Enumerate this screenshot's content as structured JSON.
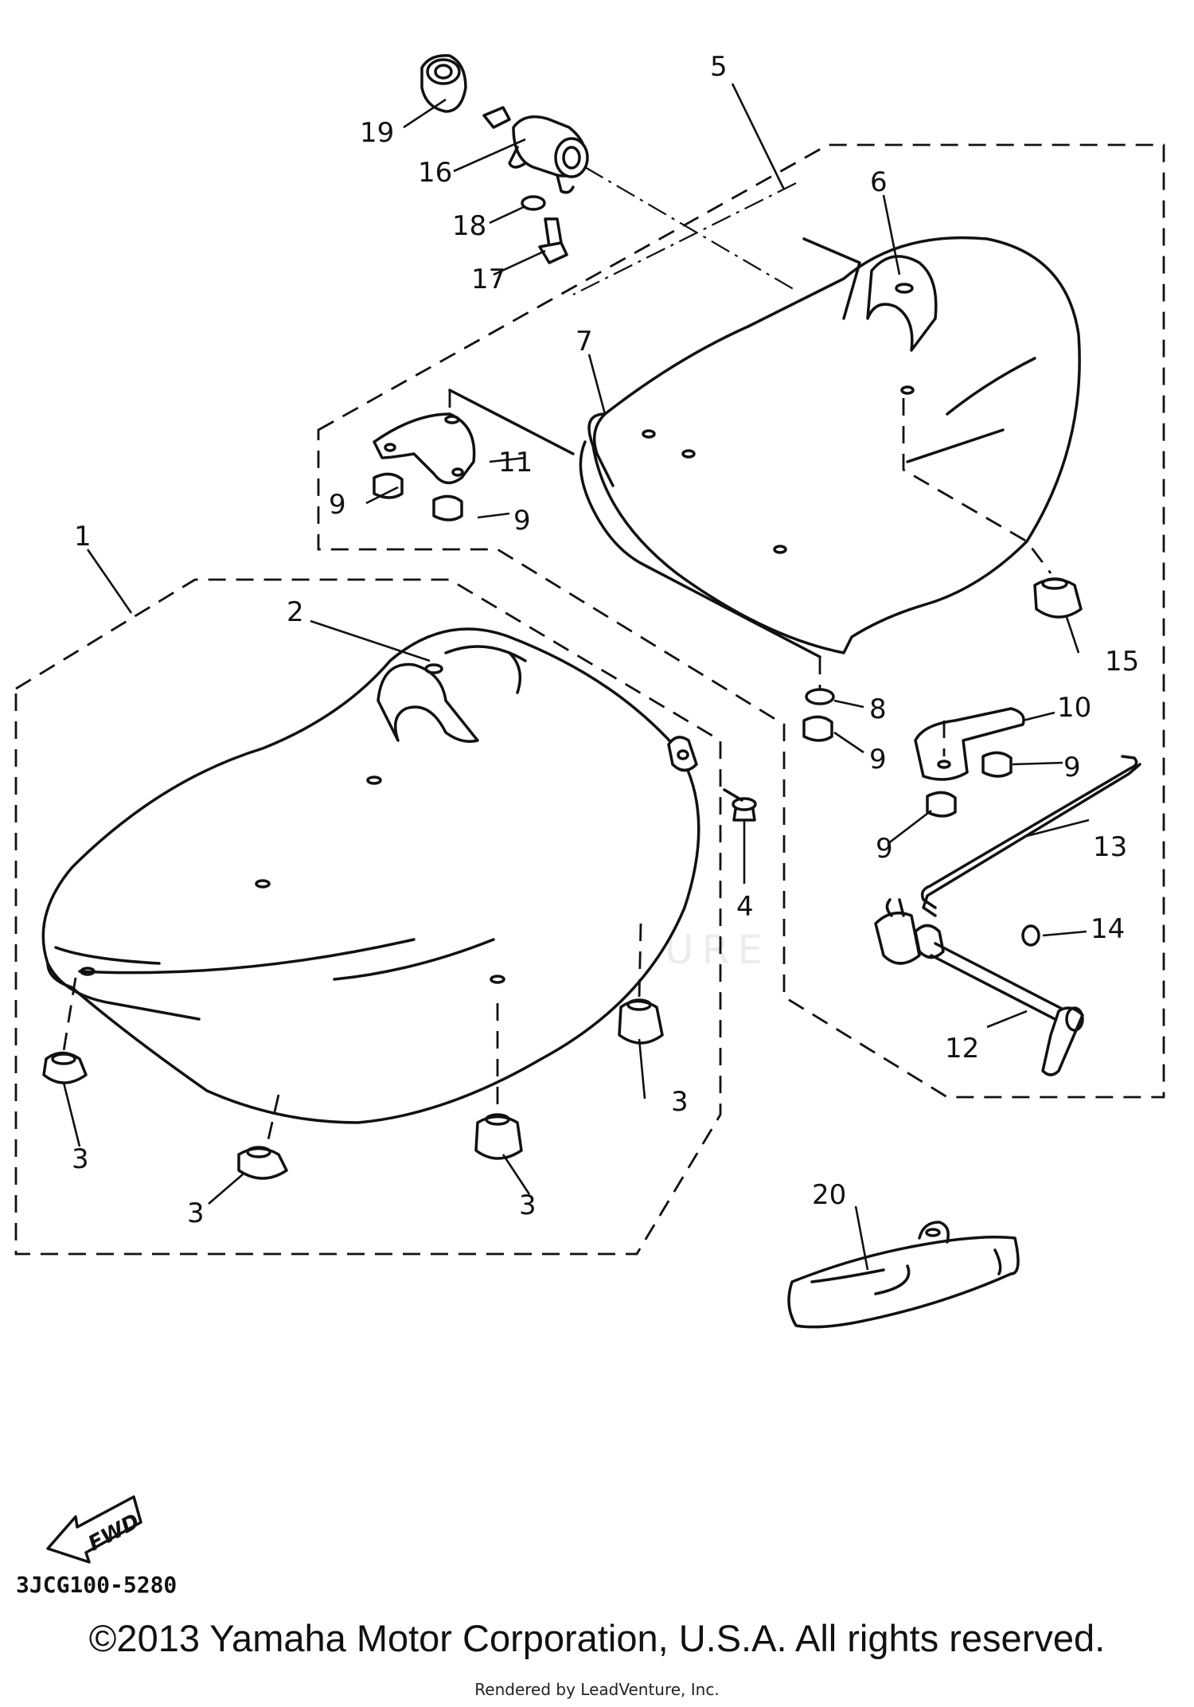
{
  "diagram_code": "3JCG100-5280",
  "fwd_label": "FWD",
  "watermark": "LEADVENTURE",
  "copyright": "©2013 Yamaha Motor Corporation, U.S.A. All rights reserved.",
  "rendered_by": "Rendered by LeadVenture, Inc.",
  "callouts": [
    "1",
    "2",
    "3",
    "3",
    "3",
    "3",
    "4",
    "5",
    "6",
    "7",
    "8",
    "9",
    "9",
    "9",
    "9",
    "9",
    "10",
    "11",
    "12",
    "13",
    "14",
    "15",
    "16",
    "17",
    "18",
    "19",
    "20"
  ]
}
